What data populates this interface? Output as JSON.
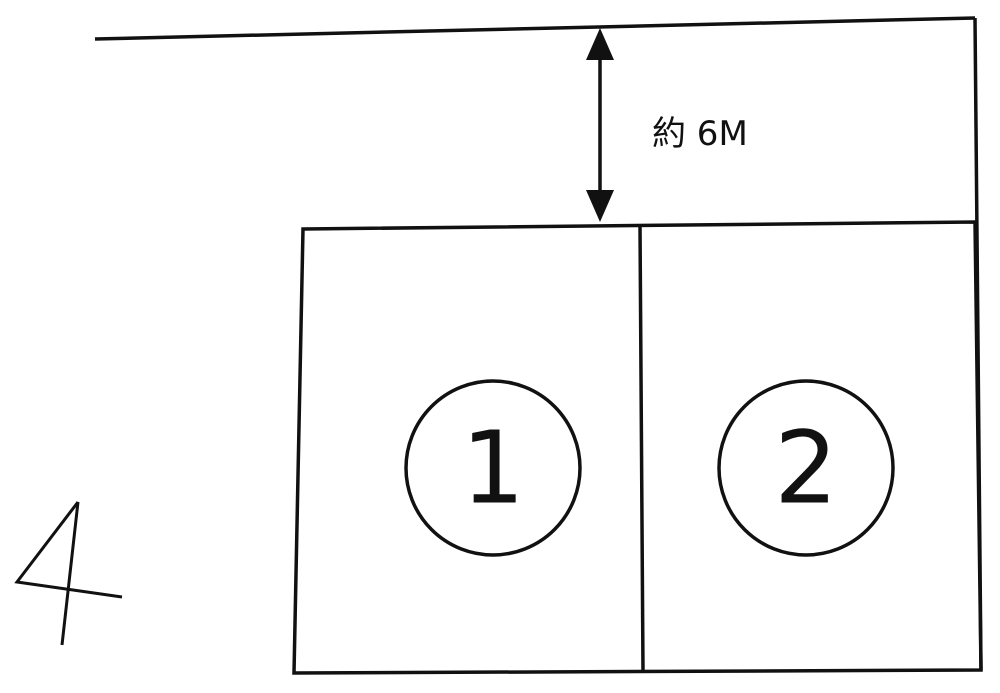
{
  "road": {
    "width_label": "約 6M"
  },
  "lots": [
    {
      "label": "1"
    },
    {
      "label": "2"
    }
  ],
  "compass": {
    "icon": "north-arrow-icon"
  },
  "colors": {
    "line": "#111111",
    "background": "#ffffff"
  }
}
